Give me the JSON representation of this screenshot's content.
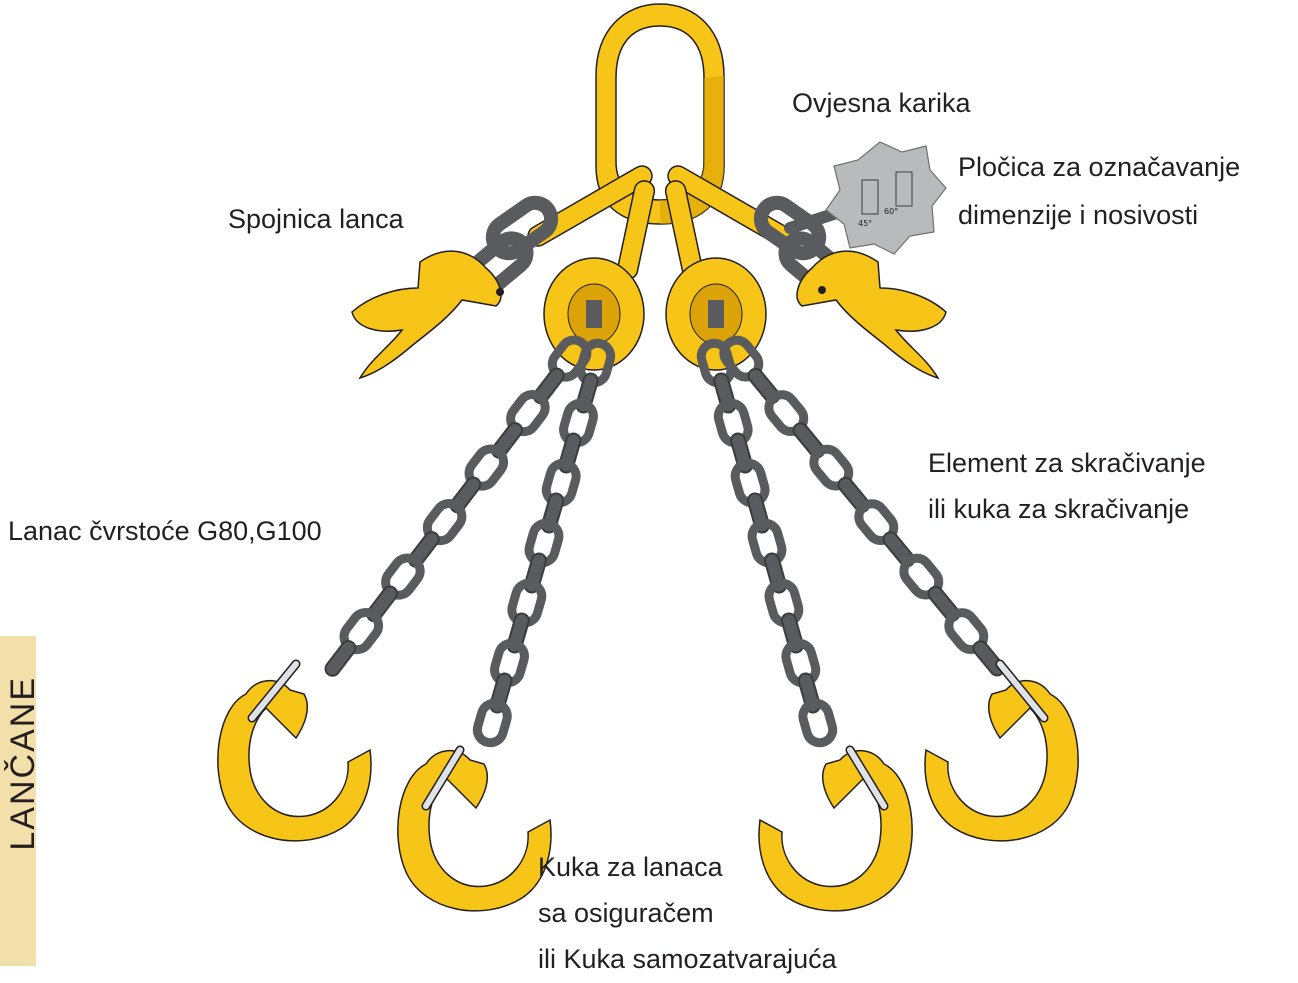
{
  "labels": {
    "master_link": "Ovjesna karika",
    "tag_line1": "Pločica za označavanje",
    "tag_line2": "dimenzije i nosivosti",
    "coupling": "Spojnica lanca",
    "chain": "Lanac čvrstoće G80,G100",
    "shortener_line1": "Element za skračivanje",
    "shortener_line2": "ili kuka za skračivanje",
    "hook_line1": "Kuka za lanaca",
    "hook_line2": "sa osiguračem",
    "hook_line3": "ili Kuka samozatvarajuća"
  },
  "tag_marks": {
    "angle_a": "45°",
    "angle_b": "60°"
  },
  "side_tab": {
    "text": "LANČANE"
  },
  "colors": {
    "yellow": "#f7c418",
    "yellow_shadow": "#dba307",
    "chain": "#5a5b5e",
    "chain_dark": "#3b3c3e",
    "outline": "#231f20",
    "plate": "#b9babc",
    "latch": "#dfe3e8"
  }
}
